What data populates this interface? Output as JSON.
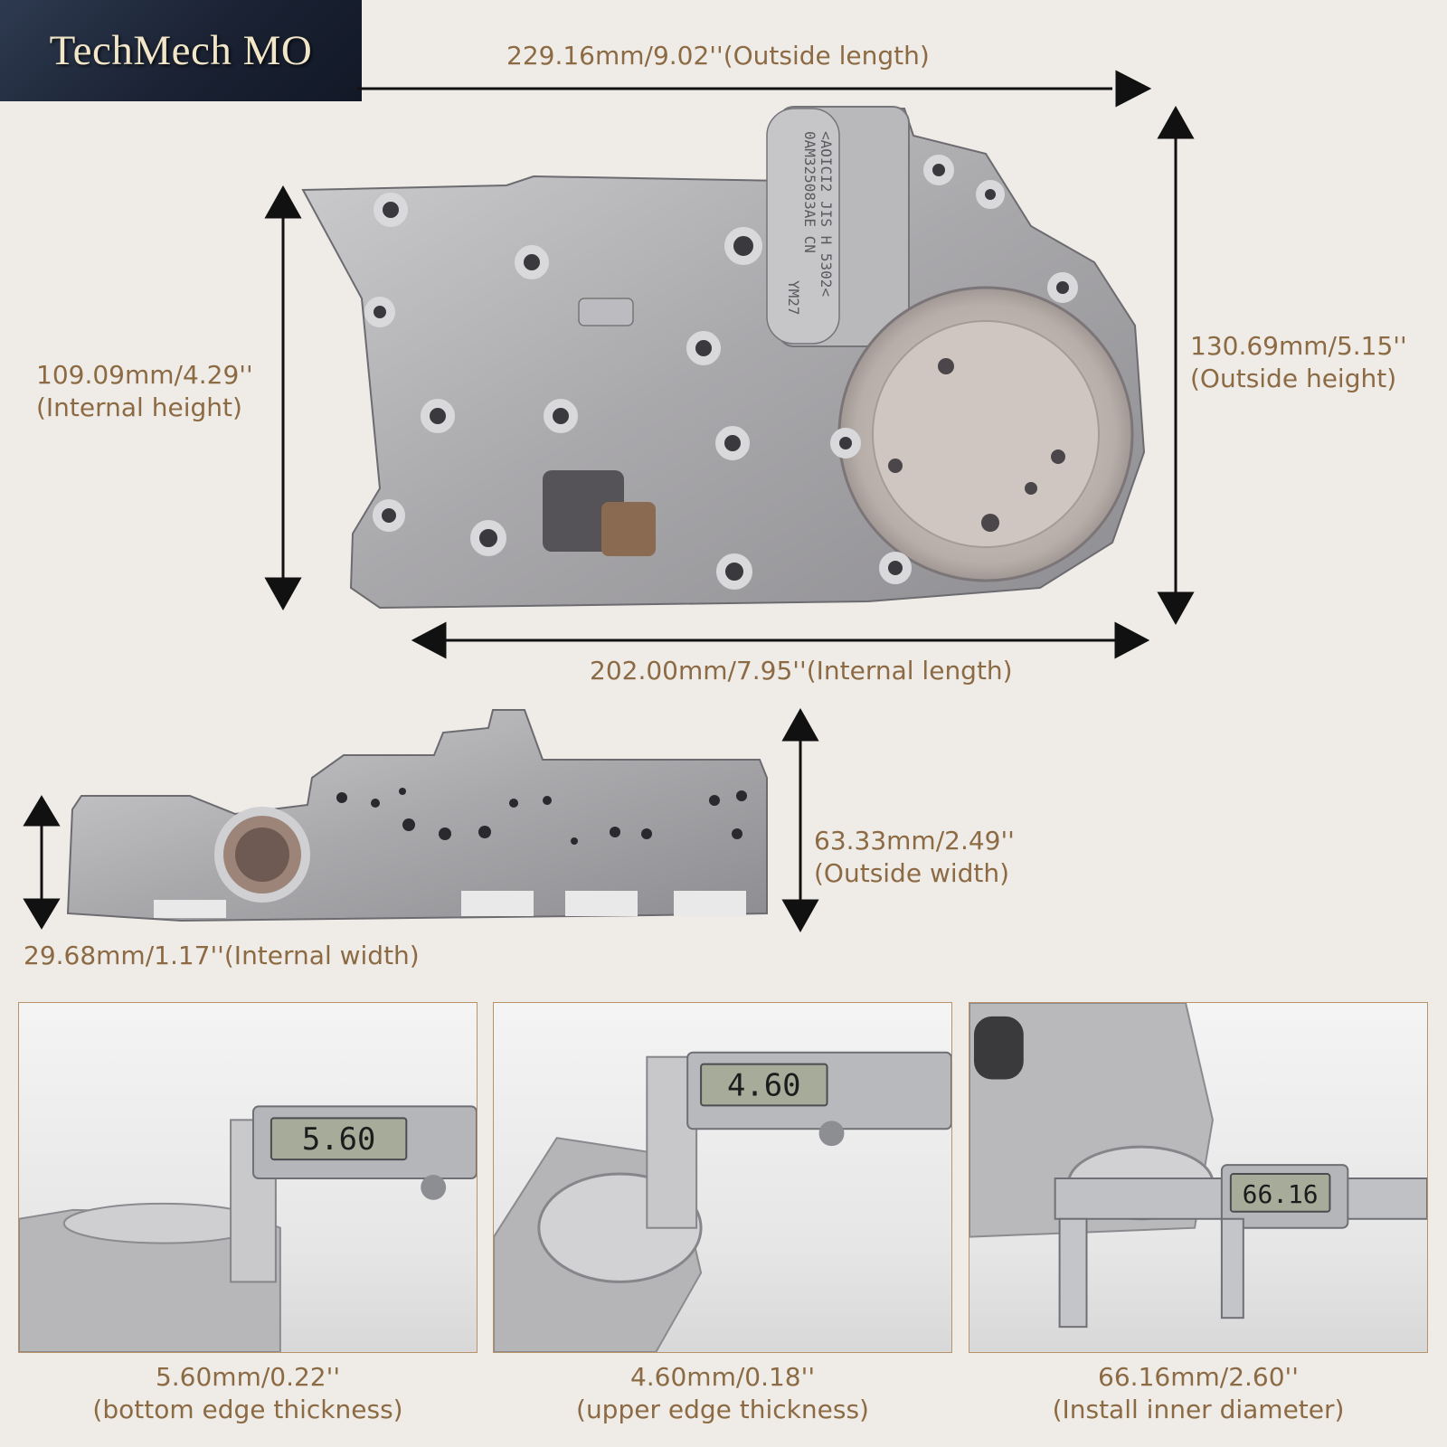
{
  "brand": {
    "name": "TechMech MO"
  },
  "part": {
    "casting_lines": [
      "<AOICI2 JIS H 5302<",
      "0AM325083AE  CN",
      "YM27"
    ]
  },
  "dimensions": {
    "outside_length": "229.16mm/9.02''(Outside length)",
    "outside_height": {
      "line1": "130.69mm/5.15''",
      "line2": "(Outside height)"
    },
    "internal_height": {
      "line1": "109.09mm/4.29''",
      "line2": "(Internal height)"
    },
    "internal_length": "202.00mm/7.95''(Internal length)",
    "outside_width": {
      "line1": "63.33mm/2.49''",
      "line2": "(Outside width)"
    },
    "internal_width": "29.68mm/1.17''(Internal width)"
  },
  "measurements": [
    {
      "reading": "5.60",
      "line1": "5.60mm/0.22''",
      "line2": "(bottom edge thickness)"
    },
    {
      "reading": "4.60",
      "line1": "4.60mm/0.18''",
      "line2": "(upper edge thickness)"
    },
    {
      "reading": "66.16",
      "line1": "66.16mm/2.60''",
      "line2": "(Install inner diameter)"
    }
  ],
  "colors": {
    "label": "#8c6a43",
    "frame": "#b8936a",
    "brand_bg": "#1a2233",
    "brand_text": "#f2e6c8"
  }
}
